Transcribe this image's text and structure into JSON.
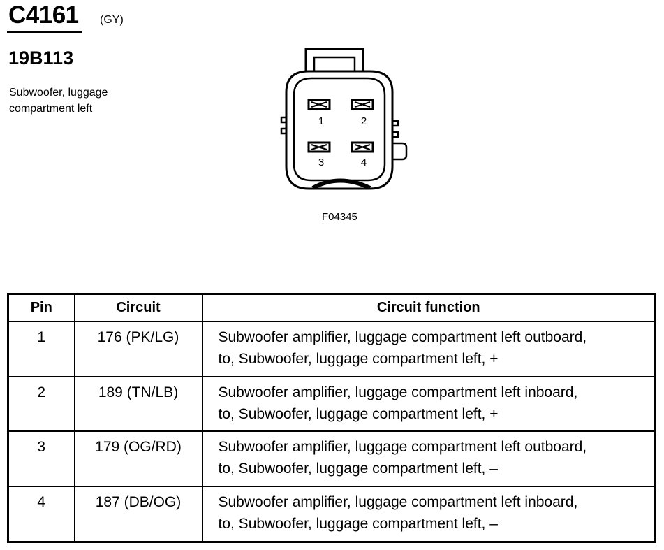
{
  "header": {
    "connector_id": "C4161",
    "color_code": "(GY)",
    "part_number": "19B113",
    "description_lines": [
      "Subwoofer, luggage",
      "compartment left"
    ]
  },
  "diagram": {
    "figure_id": "F04345",
    "pin_labels": [
      "1",
      "2",
      "3",
      "4"
    ]
  },
  "table": {
    "headers": {
      "pin": "Pin",
      "circuit": "Circuit",
      "function": "Circuit function"
    },
    "rows": [
      {
        "pin": "1",
        "circuit": "176 (PK/LG)",
        "function_lines": [
          "Subwoofer amplifier, luggage compartment left outboard,",
          "to, Subwoofer, luggage compartment left, +"
        ]
      },
      {
        "pin": "2",
        "circuit": "189 (TN/LB)",
        "function_lines": [
          "Subwoofer amplifier, luggage compartment left inboard,",
          "to, Subwoofer, luggage compartment left, +"
        ]
      },
      {
        "pin": "3",
        "circuit": "179 (OG/RD)",
        "function_lines": [
          "Subwoofer amplifier, luggage compartment left outboard,",
          "to, Subwoofer, luggage compartment left, –"
        ]
      },
      {
        "pin": "4",
        "circuit": "187 (DB/OG)",
        "function_lines": [
          "Subwoofer amplifier, luggage compartment left inboard,",
          "to, Subwoofer, luggage compartment left, –"
        ]
      }
    ]
  }
}
